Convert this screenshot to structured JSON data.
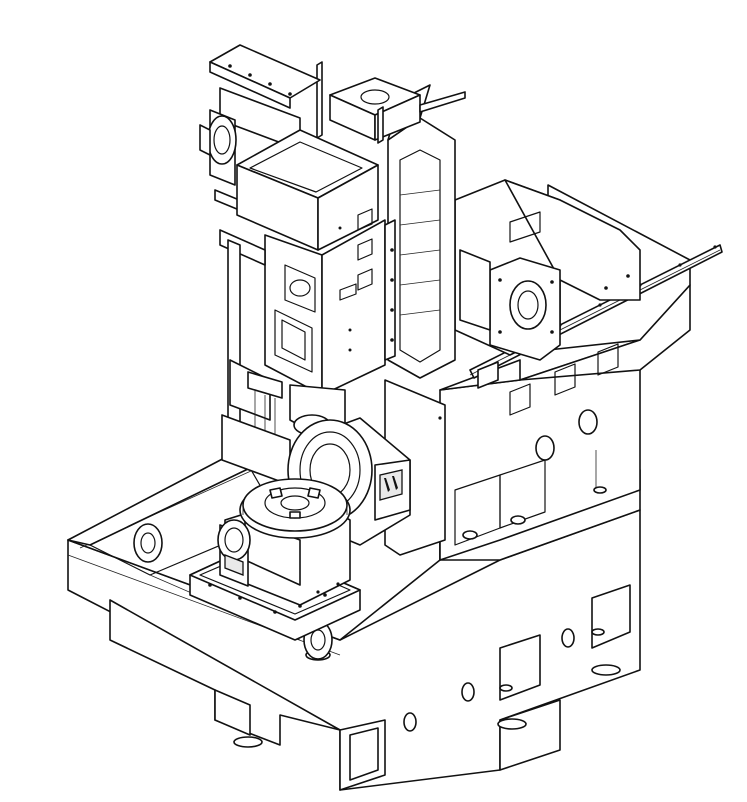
{
  "figure": {
    "colors": {
      "line": "#111111",
      "background": "#ffffff",
      "shade": "#e9e9e9"
    },
    "parts": [
      "machine-base",
      "left-coolant-tray",
      "rear-column",
      "spindle-head-assembly",
      "y-axis-rail",
      "x-axis-rail",
      "servo-motor-mount",
      "rotary-table-a-axis",
      "rotary-table-c-axis",
      "leveling-feet",
      "lifting-eyes"
    ]
  }
}
